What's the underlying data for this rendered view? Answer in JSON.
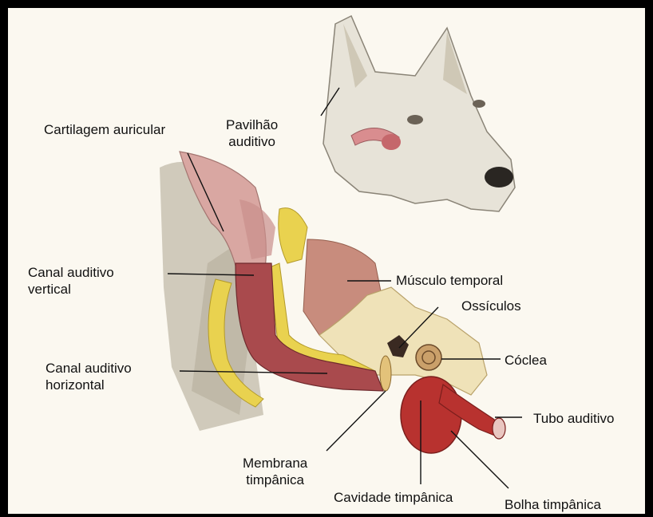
{
  "labels": {
    "cartilagem": "Cartilagem auricular",
    "pavilhao": "Pavilhão\nauditivo",
    "canal_vertical": "Canal auditivo\nvertical",
    "musculo": "Músculo temporal",
    "ossiculos": "Ossículos",
    "canal_horizontal": "Canal auditivo\nhorizontal",
    "coclea": "Cóclea",
    "tubo": "Tubo auditivo",
    "membrana": "Membrana\ntimpânica",
    "cavidade": "Cavidade timpânica",
    "bolha": "Bolha timpânica"
  },
  "colors": {
    "frame": "#000000",
    "background": "#fbf8f0",
    "fur": "#b9b3a4",
    "canal": "#a94a4d",
    "cartilage_yellow": "#e9d24f",
    "bone": "#efe2b8",
    "bulla": "#b8322f",
    "muscle": "#c88c7d"
  }
}
